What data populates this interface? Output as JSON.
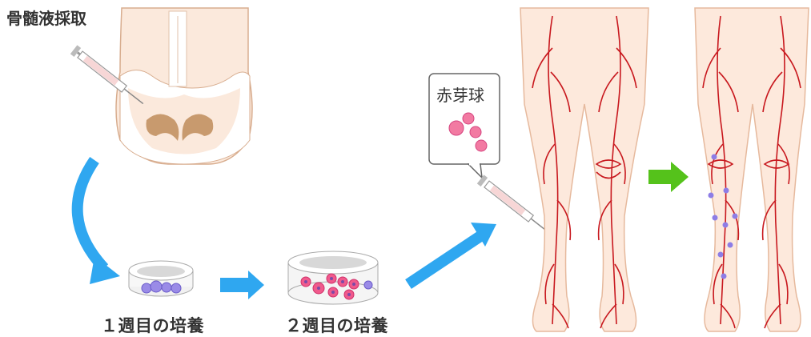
{
  "labels": {
    "bone_marrow": "骨髄液採取",
    "week1": "１週目の培養",
    "week2": "２週目の培養",
    "erythroblast": "赤芽球"
  },
  "colors": {
    "arrow_blue": "#2fa7f0",
    "arrow_green": "#55c21b",
    "skin": "#fde9dc",
    "skin_stroke": "#e6b99d",
    "vessel_red": "#c8181e",
    "cell_pink": "#f05a8c",
    "cell_purple": "#8d7de6"
  }
}
